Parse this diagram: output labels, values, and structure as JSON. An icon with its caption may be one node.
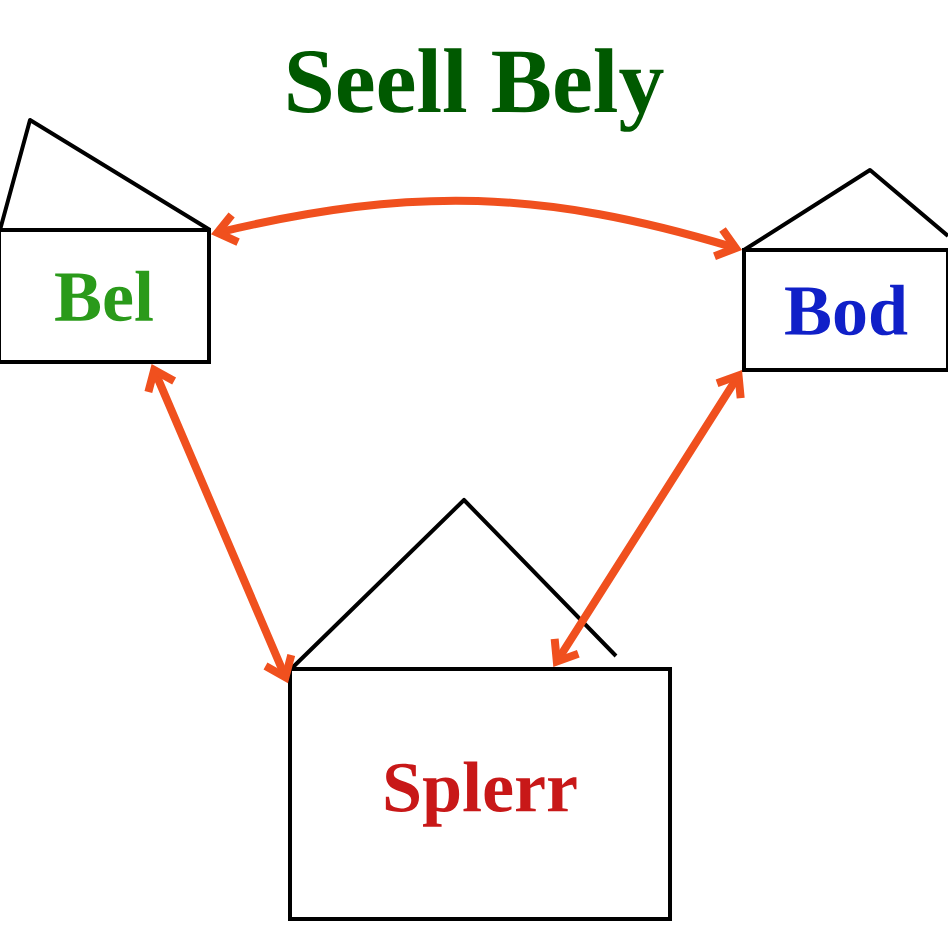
{
  "diagram": {
    "title": "Seell Bely",
    "nodes": [
      {
        "text": [
          "Bel"
        ]
      },
      {
        "text": [
          "Bod"
        ]
      },
      {
        "text": [
          "Splerr"
        ]
      }
    ],
    "edges": [
      {
        "from": 0,
        "to": 1,
        "arrow": "both"
      },
      {
        "from": 0,
        "to": 2,
        "arrow": "both"
      },
      {
        "from": 1,
        "to": 2,
        "arrow": "both"
      }
    ]
  }
}
